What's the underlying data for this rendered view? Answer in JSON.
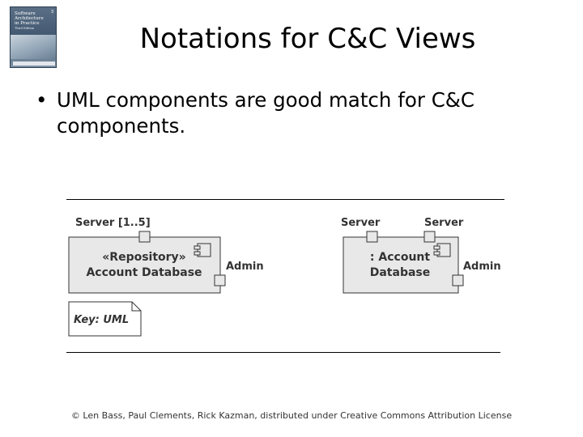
{
  "slide": {
    "title": "Notations for C&C Views",
    "bullet_text": "UML components are good match for C&C components.",
    "footer": "© Len Bass, Paul Clements, Rick Kazman, distributed under Creative Commons Attribution License"
  },
  "book_cover": {
    "title_lines": [
      "Software",
      "Architecture",
      "in Practice"
    ],
    "edition": "Third Edition",
    "number": "3"
  },
  "diagram": {
    "left_component": {
      "port_label": "Server [1..5]",
      "stereotype": "«Repository»",
      "name": "Account Database",
      "side_port_label": "Admin"
    },
    "right_component": {
      "port_label_1": "Server",
      "port_label_2": "Server",
      "name_line1": ": Account",
      "name_line2": "Database",
      "side_port_label": "Admin"
    },
    "key_label": "Key: UML"
  }
}
